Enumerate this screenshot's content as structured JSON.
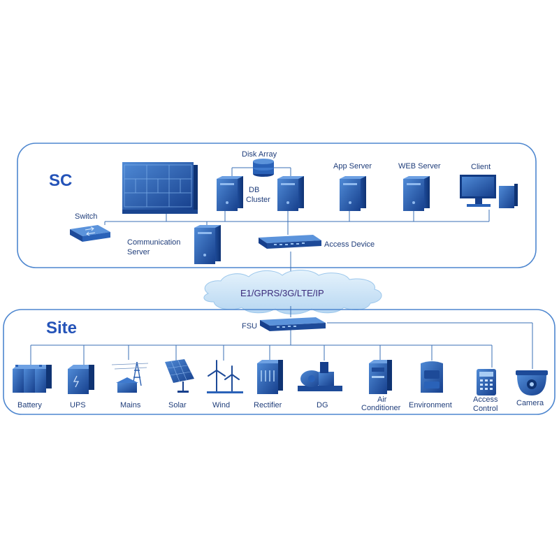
{
  "sc": {
    "title": "SC",
    "labels": {
      "disk_array": "Disk Array",
      "db": "DB",
      "cluster": "Cluster",
      "app_server": "App Server",
      "web_server": "WEB Server",
      "client": "Client",
      "switch": "Switch",
      "communication": "Communication",
      "server": "Server",
      "access_device": "Access Device"
    }
  },
  "network": {
    "label": "E1/GPRS/3G/LTE/IP"
  },
  "site": {
    "title": "Site",
    "fsu": "FSU",
    "devices": {
      "battery": "Battery",
      "ups": "UPS",
      "mains": "Mains",
      "solar": "Solar",
      "wind": "Wind",
      "rectifier": "Rectifier",
      "dg": "DG",
      "air_1": "Air",
      "air_2": "Conditioner",
      "environment": "Environment",
      "access_1": "Access",
      "access_2": "Control",
      "camera": "Camera"
    }
  },
  "colors": {
    "frame": "#4d86cf",
    "device_dark": "#14418f",
    "device_mid": "#2a62b8",
    "device_light": "#5b93db",
    "cloud": "#c9e2f6"
  }
}
